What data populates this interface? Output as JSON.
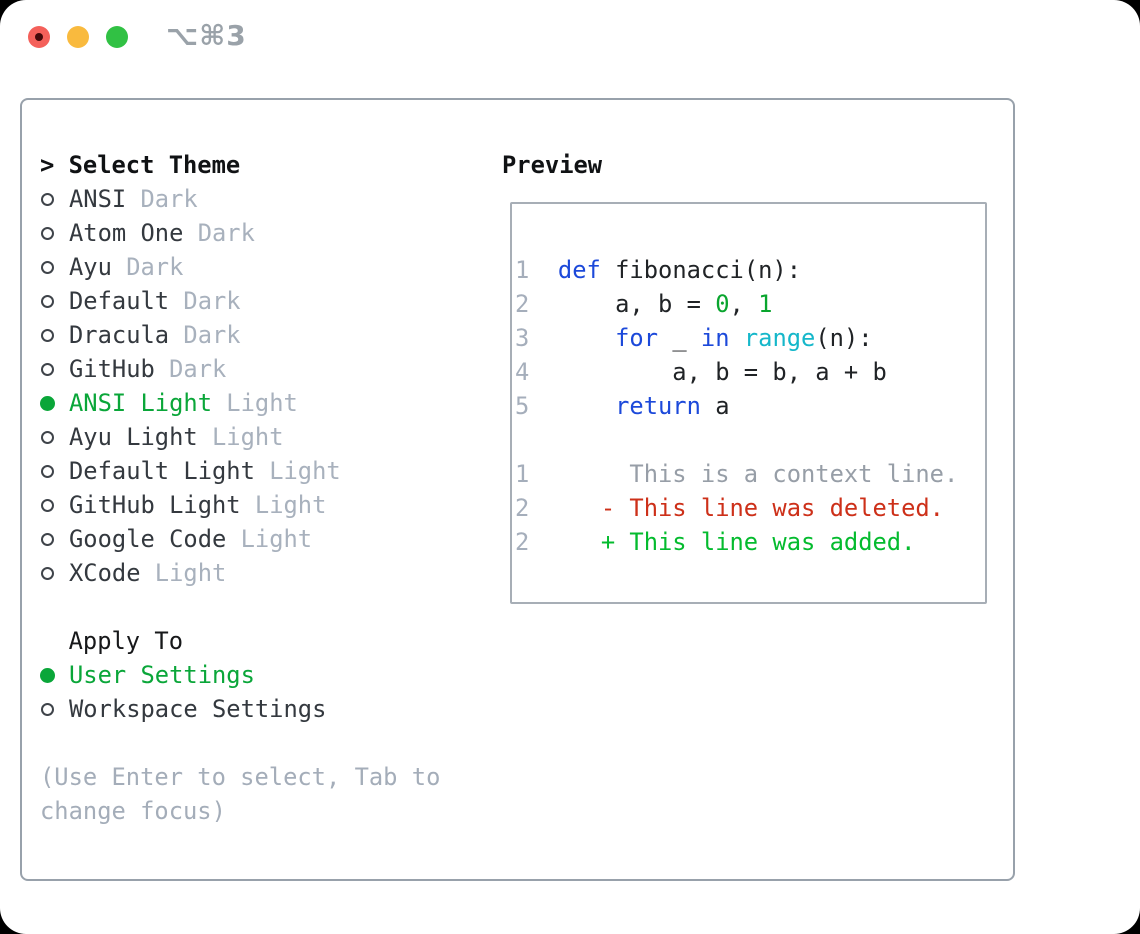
{
  "window": {
    "title": "⌥⌘3"
  },
  "colors": {
    "accent_green": "#0aa639",
    "keyword_blue": "#1c49da",
    "builtin_cyan": "#15b7ca",
    "deleted_red": "#cd3019",
    "added_green": "#04bb2e",
    "muted_gray": "#a8b1bd",
    "panel_border": "#98a1ab",
    "traffic_red": "#f4605a",
    "traffic_yellow": "#f9ba3e",
    "traffic_green": "#31c144"
  },
  "theme_panel": {
    "header_prefix": ">",
    "header": "Select Theme",
    "themes": [
      {
        "name": "ANSI",
        "variant": "Dark",
        "selected": false
      },
      {
        "name": "Atom One",
        "variant": "Dark",
        "selected": false
      },
      {
        "name": "Ayu",
        "variant": "Dark",
        "selected": false
      },
      {
        "name": "Default",
        "variant": "Dark",
        "selected": false
      },
      {
        "name": "Dracula",
        "variant": "Dark",
        "selected": false
      },
      {
        "name": "GitHub",
        "variant": "Dark",
        "selected": false
      },
      {
        "name": "ANSI Light",
        "variant": "Light",
        "selected": true
      },
      {
        "name": "Ayu Light",
        "variant": "Light",
        "selected": false
      },
      {
        "name": "Default Light",
        "variant": "Light",
        "selected": false
      },
      {
        "name": "GitHub Light",
        "variant": "Light",
        "selected": false
      },
      {
        "name": "Google Code",
        "variant": "Light",
        "selected": false
      },
      {
        "name": "XCode",
        "variant": "Light",
        "selected": false
      }
    ],
    "apply_to": {
      "header": "Apply To",
      "options": [
        {
          "label": "User Settings",
          "selected": true
        },
        {
          "label": "Workspace Settings",
          "selected": false
        }
      ]
    },
    "help_lines": [
      "(Use Enter to select, Tab to",
      "change focus)"
    ]
  },
  "preview": {
    "title": "Preview",
    "lines": [
      [
        {
          "t": "1",
          "s": "ln"
        },
        {
          "t": "  ",
          "s": "fg"
        },
        {
          "t": "def",
          "s": "kw"
        },
        {
          "t": " fibonacci(n):",
          "s": "fg"
        }
      ],
      [
        {
          "t": "2",
          "s": "ln"
        },
        {
          "t": "      a, b = ",
          "s": "fg"
        },
        {
          "t": "0",
          "s": "num"
        },
        {
          "t": ", ",
          "s": "fg"
        },
        {
          "t": "1",
          "s": "num"
        }
      ],
      [
        {
          "t": "3",
          "s": "ln"
        },
        {
          "t": "      ",
          "s": "fg"
        },
        {
          "t": "for",
          "s": "kw"
        },
        {
          "t": " _ ",
          "s": "fg"
        },
        {
          "t": "in",
          "s": "kw"
        },
        {
          "t": " ",
          "s": "fg"
        },
        {
          "t": "range",
          "s": "bi"
        },
        {
          "t": "(n):",
          "s": "fg"
        }
      ],
      [
        {
          "t": "4",
          "s": "ln"
        },
        {
          "t": "          a, b = b, a + b",
          "s": "fg"
        }
      ],
      [
        {
          "t": "5",
          "s": "ln"
        },
        {
          "t": "      ",
          "s": "fg"
        },
        {
          "t": "return",
          "s": "kw"
        },
        {
          "t": " a",
          "s": "fg"
        }
      ],
      [],
      [
        {
          "t": "1",
          "s": "ln"
        },
        {
          "t": "       ",
          "s": "fg"
        },
        {
          "t": "This is a context line.",
          "s": "ctx"
        }
      ],
      [
        {
          "t": "2",
          "s": "ln"
        },
        {
          "t": "     ",
          "s": "fg"
        },
        {
          "t": "- This line was deleted.",
          "s": "del"
        }
      ],
      [
        {
          "t": "2",
          "s": "ln"
        },
        {
          "t": "     ",
          "s": "fg"
        },
        {
          "t": "+ This line was added.",
          "s": "add"
        }
      ]
    ]
  }
}
